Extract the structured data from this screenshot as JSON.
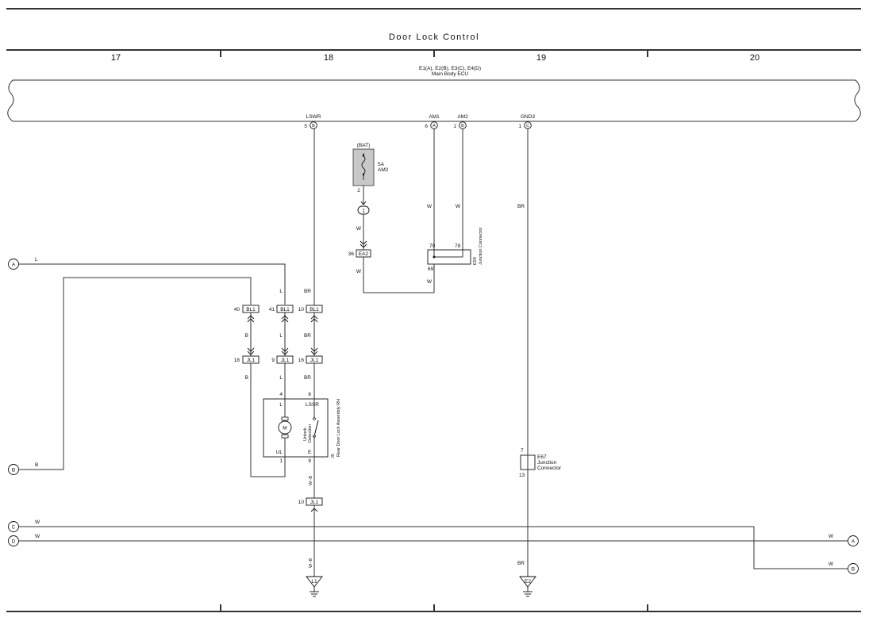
{
  "page": {
    "title": "Door Lock Control",
    "columns": [
      "17",
      "18",
      "19",
      "20"
    ]
  },
  "ecu": {
    "connectors": "E1(A), E2(B), E3(C), E4(D)",
    "name": "Main Body ECU"
  },
  "pins": {
    "lswr": {
      "name": "LSWR",
      "num": "5",
      "conn": "B"
    },
    "am1": {
      "name": "AM1",
      "num": "6",
      "conn": "A"
    },
    "am2": {
      "name": "AM2",
      "num": "1",
      "conn": "B"
    },
    "gnd3": {
      "name": "GND3",
      "num": "1",
      "conn": "C"
    }
  },
  "fuse": {
    "source": "(BAT)",
    "rating": "5A",
    "name": "AM2",
    "pin": "2",
    "node": "1"
  },
  "connectors": {
    "ea2": {
      "pin": "36",
      "id": "EA2"
    },
    "e59": {
      "pin_a": "79",
      "pin_b": "78",
      "pin_c": "69",
      "id": "E59",
      "label": "Junction Connector"
    },
    "bl1_a": {
      "pin": "40",
      "id": "BL1"
    },
    "bl1_b": {
      "pin": "41",
      "id": "BL1"
    },
    "bl1_c": {
      "pin": "10",
      "id": "BL1"
    },
    "jl1_a": {
      "pin": "18",
      "id": "JL1"
    },
    "jl1_b": {
      "pin": "9",
      "id": "JL1"
    },
    "jl1_c": {
      "pin": "16",
      "id": "JL1"
    },
    "jl1_d": {
      "pin": "10",
      "id": "JL1"
    },
    "e67": {
      "pin_top": "7",
      "pin_bottom": "13",
      "id": "E67",
      "label1": "Junction",
      "label2": "Connector"
    }
  },
  "component": {
    "id": "J5",
    "name": "Rear Door Lock Assembly RH",
    "motor": "M",
    "pin_l_num": "4",
    "pin_l": "L",
    "pin_lssr_num": "6",
    "pin_lssr": "LSSR",
    "pin_ul": "UL",
    "pin_ul_num": "1",
    "pin_e": "E",
    "pin_e_num": "9",
    "switch_label1": "Unlock",
    "switch_label2": "Detection"
  },
  "wires": {
    "w": "W",
    "br": "BR",
    "l": "L",
    "b": "B",
    "wb": "W−B"
  },
  "offpage": {
    "a": "A",
    "b": "B",
    "c": "C",
    "d": "D"
  },
  "grounds": {
    "l1": "L1",
    "e2": "E2"
  }
}
